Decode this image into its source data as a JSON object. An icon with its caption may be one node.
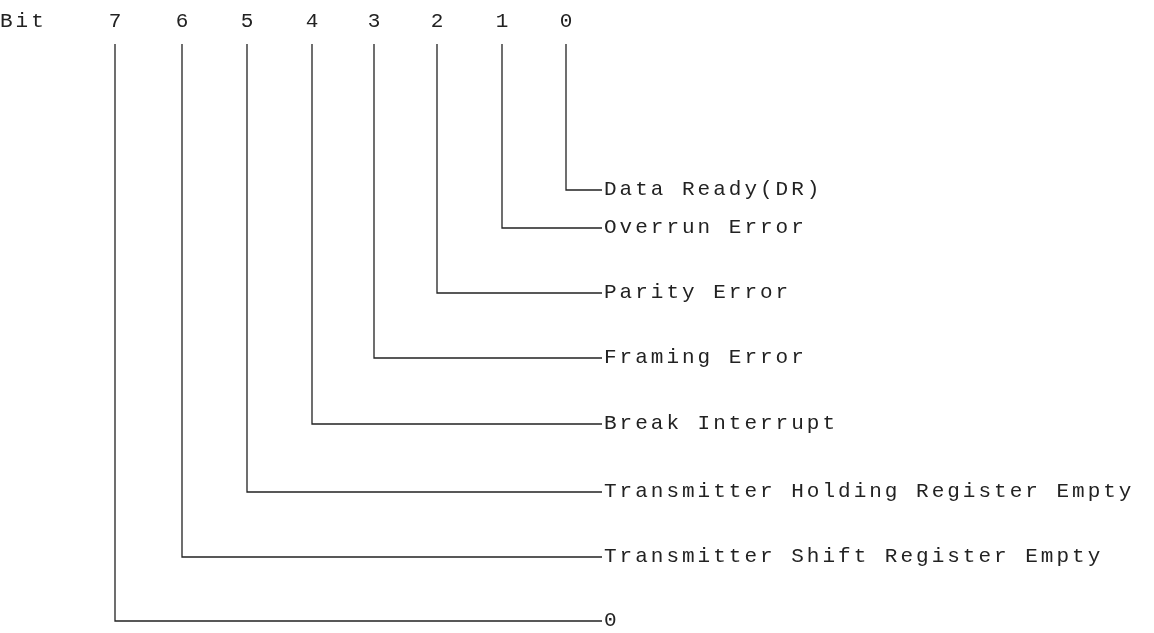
{
  "diagram": {
    "nodes": [
      {
        "text": [
          "7"
        ]
      },
      {
        "text": [
          "6"
        ]
      },
      {
        "text": [
          "5"
        ]
      },
      {
        "text": [
          "4"
        ]
      },
      {
        "text": [
          "3"
        ]
      },
      {
        "text": [
          "2"
        ]
      },
      {
        "text": [
          "1"
        ]
      },
      {
        "text": [
          "0"
        ]
      },
      {
        "text": [
          "Data Ready(DR)"
        ]
      },
      {
        "text": [
          "Overrun Error"
        ]
      },
      {
        "text": [
          "Parity Error"
        ]
      },
      {
        "text": [
          "Framing Error"
        ]
      },
      {
        "text": [
          "Break Interrupt"
        ]
      },
      {
        "text": [
          "Transmitter Holding Register Empty"
        ]
      },
      {
        "text": [
          "Transmitter Shift Register Empty"
        ]
      },
      {
        "text": [
          "0"
        ]
      }
    ],
    "edges": [
      {
        "from": 7,
        "to": 8,
        "arrow": "none"
      },
      {
        "from": 6,
        "to": 9,
        "arrow": "none"
      },
      {
        "from": 5,
        "to": 10,
        "arrow": "none"
      },
      {
        "from": 4,
        "to": 11,
        "arrow": "none"
      },
      {
        "from": 3,
        "to": 12,
        "arrow": "none"
      },
      {
        "from": 2,
        "to": 13,
        "arrow": "none"
      },
      {
        "from": 1,
        "to": 14,
        "arrow": "none"
      },
      {
        "from": 0,
        "to": 15,
        "arrow": "none"
      }
    ],
    "labels": [
      "Bit"
    ]
  }
}
